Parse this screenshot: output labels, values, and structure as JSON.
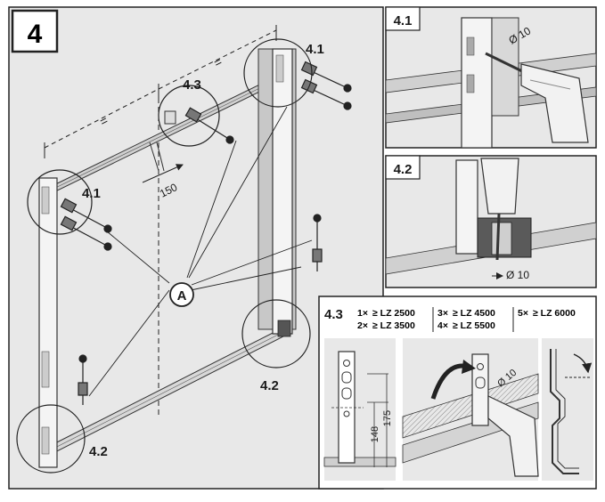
{
  "step": {
    "number": "4"
  },
  "callout_labels": {
    "top_left": "4.1",
    "top_right": "4.1",
    "middle": "4.3",
    "bottom_left": "4.2",
    "bottom_right": "4.2",
    "anchor": "A"
  },
  "dimensions": {
    "spacing_left": "=",
    "spacing_right": "=",
    "offset": "150"
  },
  "detail_41": {
    "title": "4.1",
    "drill": "Ø 10"
  },
  "detail_42": {
    "title": "4.2",
    "drill": "Ø 10"
  },
  "detail_43": {
    "title": "4.3",
    "rules": [
      {
        "qty": "1×",
        "cond": "≥ LZ 2500"
      },
      {
        "qty": "2×",
        "cond": "≥ LZ 3500"
      },
      {
        "qty": "3×",
        "cond": "≥ LZ 4500"
      },
      {
        "qty": "4×",
        "cond": "≥ LZ 5500"
      },
      {
        "qty": "5×",
        "cond": "≥ LZ 6000"
      }
    ],
    "dim_148": "148",
    "dim_175": "175",
    "drill": "Ø 10"
  }
}
